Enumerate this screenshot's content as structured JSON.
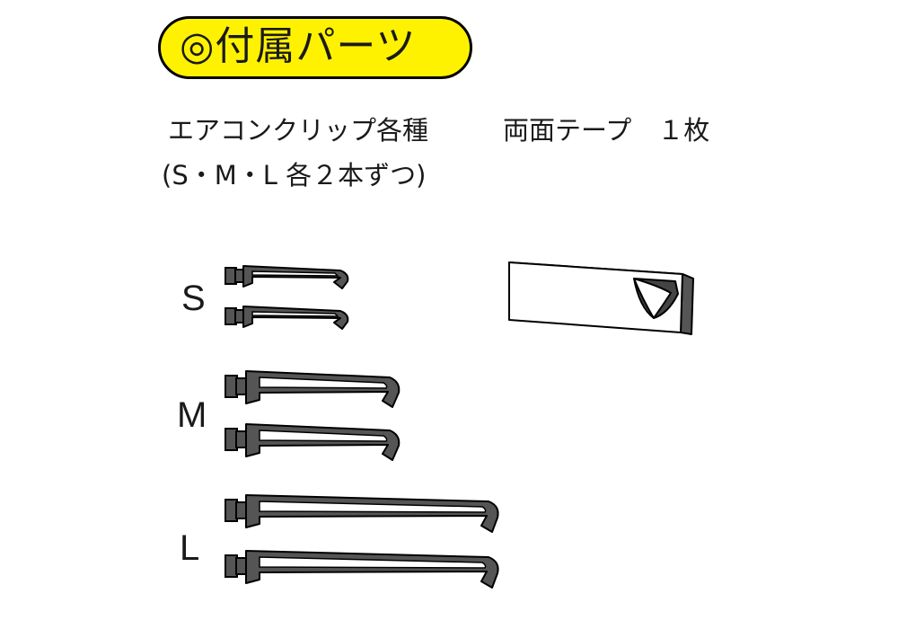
{
  "heading": {
    "title": "◎付属パーツ",
    "fill_color": "#fff200"
  },
  "parts": {
    "clips_line1": "エアコンクリップ各種",
    "clips_line2": "(S・M・L 各２本ずつ)",
    "tape": "両面テープ　１枚"
  },
  "sizes": [
    {
      "label": "S",
      "count": 2
    },
    {
      "label": "M",
      "count": 2
    },
    {
      "label": "L",
      "count": 2
    }
  ],
  "colors": {
    "clip_fill": "#555555",
    "outline": "#000000",
    "tape_edge": "#666666"
  }
}
